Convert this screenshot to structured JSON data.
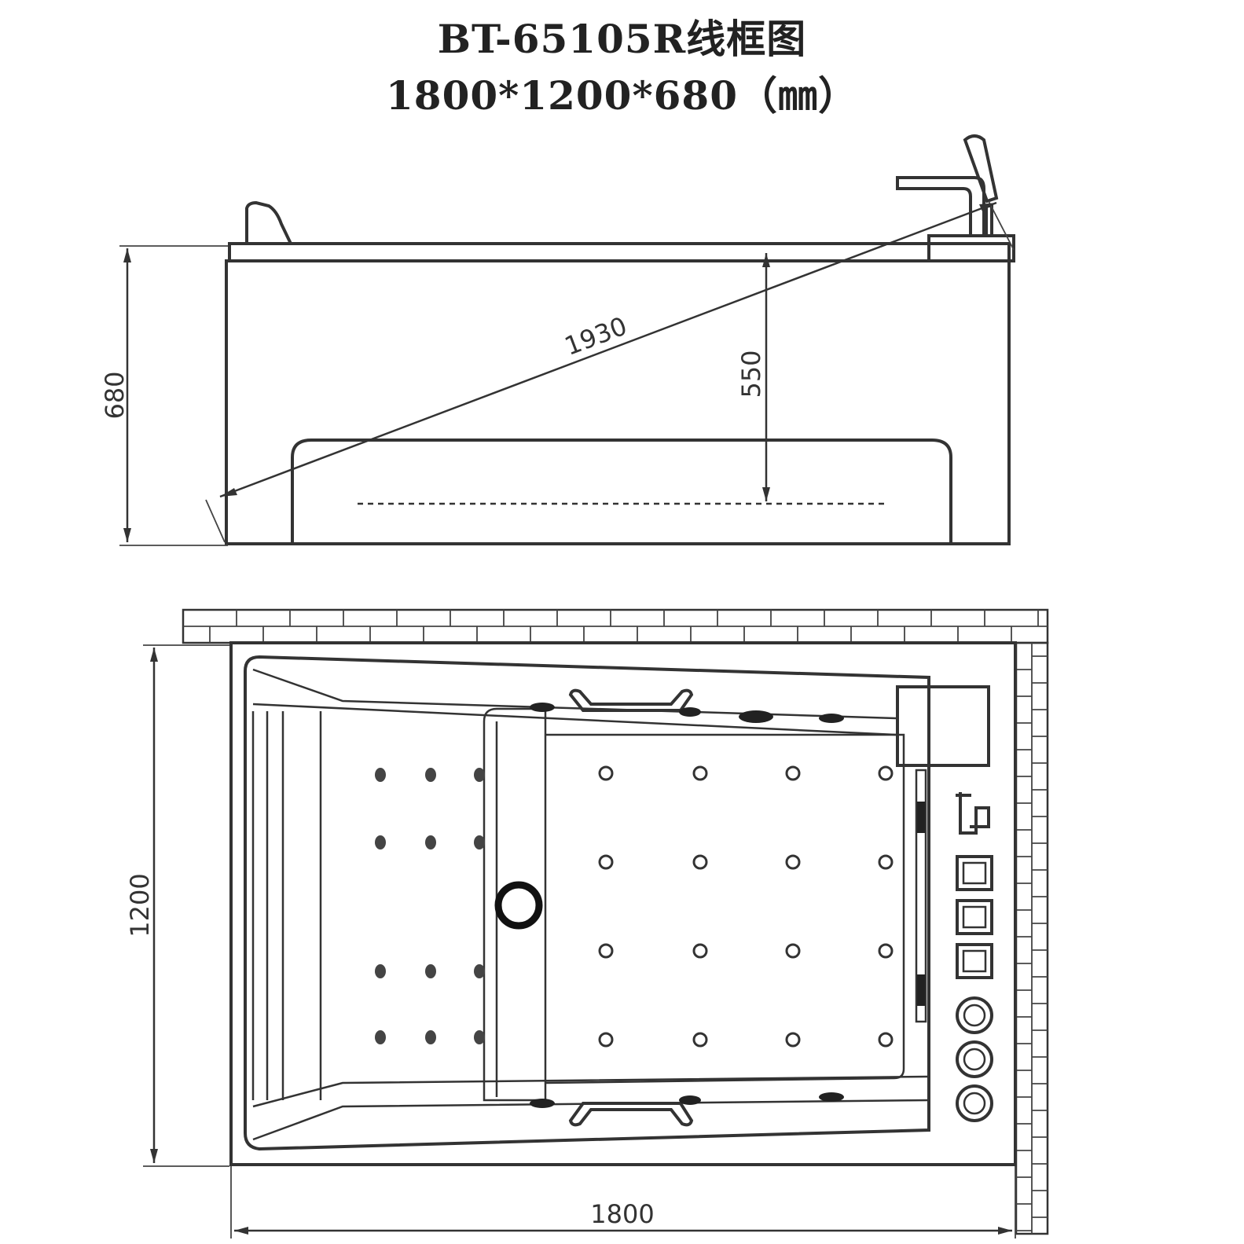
{
  "header": {
    "model_title": "BT-65105R线框图",
    "dimensions_title": "1800*1200*680（㎜）"
  },
  "side_view": {
    "total_height": "680",
    "diagonal": "1930",
    "inner_depth": "550"
  },
  "top_view": {
    "width": "1200",
    "length": "1800"
  },
  "colors": {
    "line": "#333333",
    "background": "#ffffff"
  }
}
